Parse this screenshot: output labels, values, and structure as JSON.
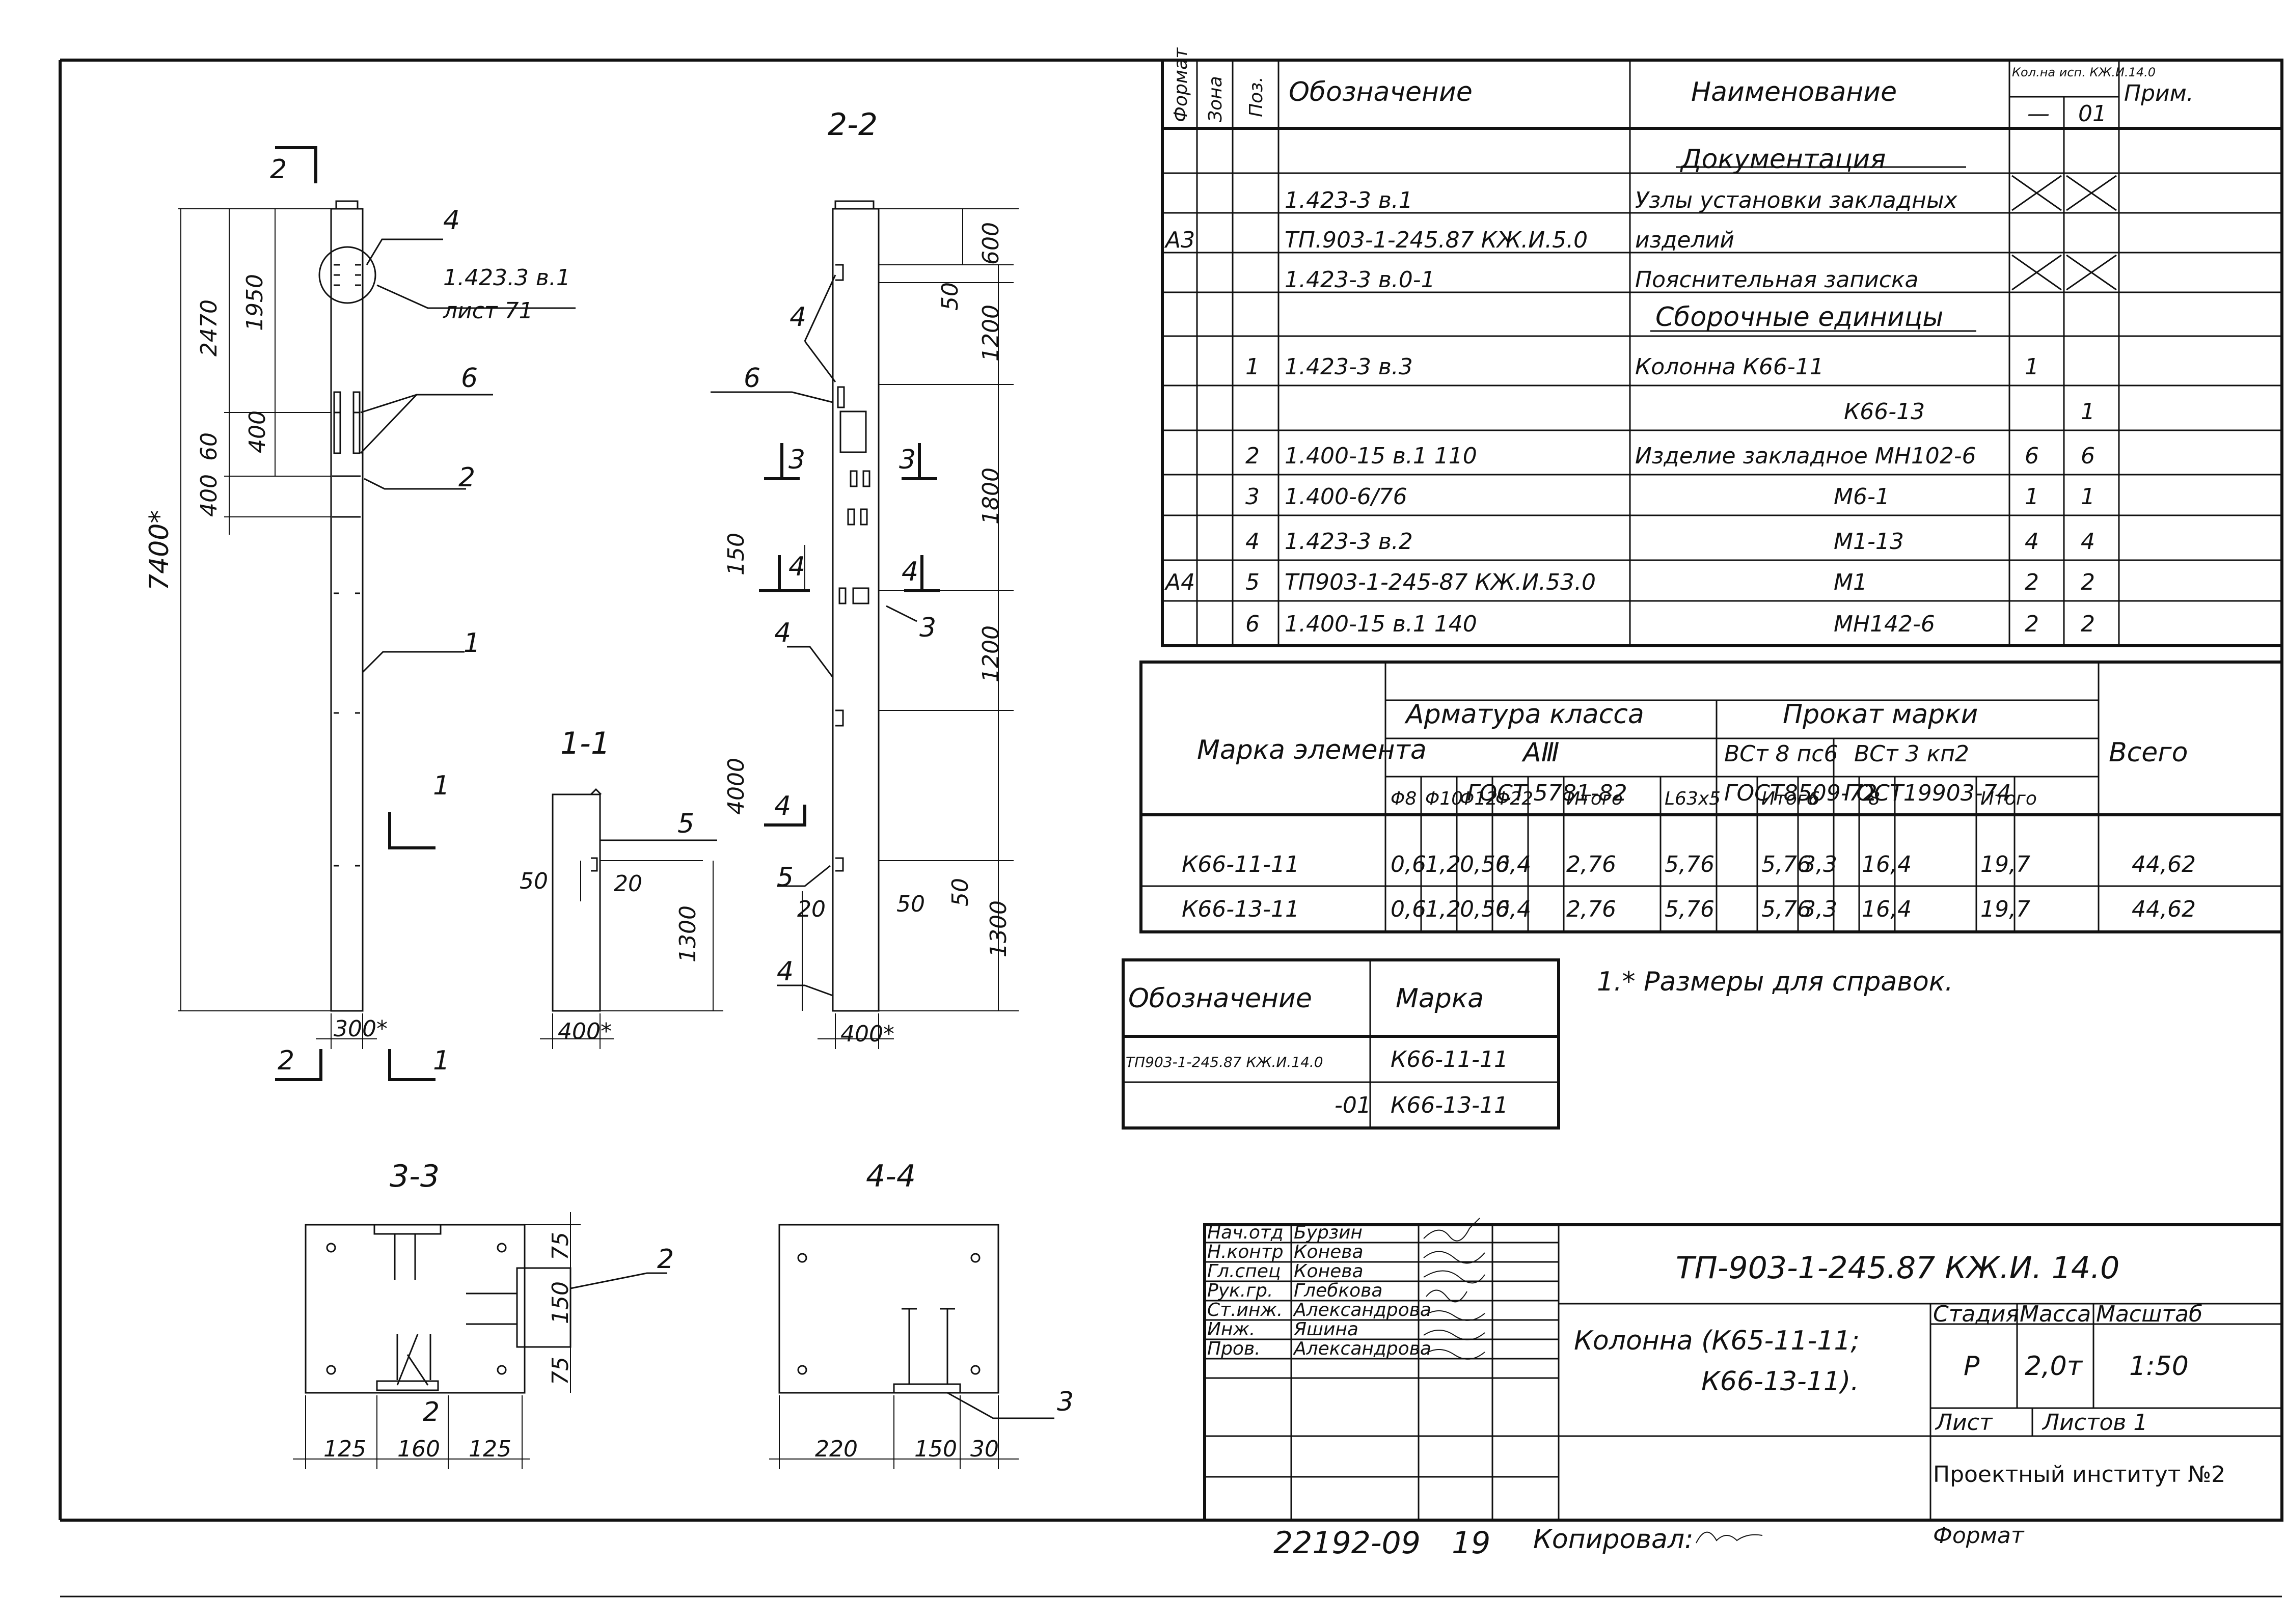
{
  "spec": {
    "headers": {
      "format": "Формат",
      "zone": "Зона",
      "pos": "Поз.",
      "designation": "Обозначение",
      "name": "Наименование",
      "qty": "Кол.на исп. КЖ.И.14.0",
      "qty_a": "—",
      "qty_b": "01",
      "note": "Прим."
    },
    "rows": [
      {
        "format": "",
        "pos": "",
        "designation": "",
        "name": "Документация",
        "qa": "",
        "qb": "",
        "section": true
      },
      {
        "format": "",
        "pos": "",
        "designation": "1.423-3 в.1",
        "name": "Узлы установки закладных",
        "qa": "X",
        "qb": "X"
      },
      {
        "format": "А3",
        "pos": "",
        "designation": "ТП.903-1-245.87 КЖ.И.5.0",
        "name": "изделий",
        "qa": "",
        "qb": ""
      },
      {
        "format": "",
        "pos": "",
        "designation": "1.423-3 в.0-1",
        "name": "Пояснительная записка",
        "qa": "X",
        "qb": "X"
      },
      {
        "format": "",
        "pos": "",
        "designation": "",
        "name": "Сборочные единицы",
        "qa": "",
        "qb": "",
        "section": true
      },
      {
        "format": "",
        "pos": "1",
        "designation": "1.423-3 в.3",
        "name": "Колонна К66-11",
        "qa": "1",
        "qb": ""
      },
      {
        "format": "",
        "pos": "",
        "designation": "",
        "name": "К66-13",
        "qa": "",
        "qb": "1"
      },
      {
        "format": "",
        "pos": "2",
        "designation": "1.400-15 в.1 110",
        "name": "Изделие закладное МН102-6",
        "qa": "6",
        "qb": "6"
      },
      {
        "format": "",
        "pos": "3",
        "designation": "1.400-6/76",
        "name": "М6-1",
        "qa": "1",
        "qb": "1"
      },
      {
        "format": "",
        "pos": "4",
        "designation": "1.423-3 в.2",
        "name": "М1-13",
        "qa": "4",
        "qb": "4"
      },
      {
        "format": "А4",
        "pos": "5",
        "designation": "ТП903-1-245-87 КЖ.И.53.0",
        "name": "М1",
        "qa": "2",
        "qb": "2"
      },
      {
        "format": "",
        "pos": "6",
        "designation": "1.400-15 в.1 140",
        "name": "МН142-6",
        "qa": "2",
        "qb": "2"
      }
    ]
  },
  "steel": {
    "mark_label": "Марка элемента",
    "armature": "Арматура класса",
    "armature_class": "АⅢ",
    "armature_gost": "ГОСТ 5781-82",
    "rolled": "Прокат марки",
    "rolled_a": "ВСт 8 пс6",
    "rolled_a_gost": "ГОСТ8509-72",
    "rolled_b": "ВСт 3 кп2",
    "rolled_b_gost": "ГОСТ19903-74",
    "total": "Всего",
    "cols": [
      "Φ8",
      "Φ10",
      "Φ12",
      "Φ22",
      "",
      "Итого",
      "L63x5",
      "",
      "Итого",
      "-6",
      "-8",
      "",
      "Итого"
    ],
    "rows": [
      {
        "mark": "К66-11-11",
        "vals": [
          "0,6",
          "1,2",
          "0,56",
          "0,4",
          "",
          "2,76",
          "5,76",
          "",
          "5,76",
          "3,3",
          "16,4",
          "",
          "19,7"
        ],
        "total": "44,62"
      },
      {
        "mark": "К66-13-11",
        "vals": [
          "0,6",
          "1,2",
          "0,56",
          "0,4",
          "",
          "2,76",
          "5,76",
          "",
          "5,76",
          "3,3",
          "16,4",
          "",
          "19,7"
        ],
        "total": "44,62"
      }
    ]
  },
  "marks": {
    "h1": "Обозначение",
    "h2": "Марка",
    "rows": [
      {
        "d": "ТП903-1-245.87 КЖ.И.14.0",
        "m": "К66-11-11"
      },
      {
        "d": "-01",
        "m": "К66-13-11"
      }
    ]
  },
  "note": "1.* Размеры для справок.",
  "stamp": {
    "people": [
      {
        "role": "Нач.отд",
        "name": "Бурзин"
      },
      {
        "role": "Н.контр",
        "name": "Конева"
      },
      {
        "role": "Гл.спец",
        "name": "Конева"
      },
      {
        "role": "Рук.гр.",
        "name": "Глебкова"
      },
      {
        "role": "Ст.инж.",
        "name": "Александрова"
      },
      {
        "role": "Инж.",
        "name": "Яшина"
      },
      {
        "role": "Пров.",
        "name": "Александрова"
      }
    ],
    "code": "ТП-903-1-245.87 КЖ.И. 14.0",
    "title1": "Колонна (К65-11-11;",
    "title2": "К66-13-11).",
    "stage_h": "Стадия",
    "mass_h": "Масса",
    "scale_h": "Масштаб",
    "stage": "Р",
    "mass": "2,0т",
    "scale": "1:50",
    "sheet": "Лист",
    "sheets": "Листов 1",
    "org": "Проектный институт №2",
    "format": "Формат"
  },
  "footer": {
    "num": "22192-09",
    "n": "19",
    "copied": "Копировал:"
  },
  "drawing": {
    "sec22": "2-2",
    "sec11": "1-1",
    "sec33": "3-3",
    "sec44": "4-4",
    "d2470": "2470",
    "d1950": "1950",
    "d400a": "400",
    "d400b": "400",
    "d60": "60",
    "d7400": "7400*",
    "d300": "300*",
    "ref1": "1.423.3 в.1",
    "ref2": "лист 71",
    "d600": "600",
    "d50a": "50",
    "d1200a": "1200",
    "d1800": "1800",
    "d150": "150",
    "d1200b": "1200",
    "d4000": "4000",
    "d50b": "50",
    "d1300a": "1300",
    "d400c": "400*",
    "d50c": "50",
    "d20a": "20",
    "d1300b": "1300",
    "d400d": "400*",
    "d20b": "20",
    "d50d": "50",
    "d75a": "75",
    "d150b": "150",
    "d75b": "75",
    "d125a": "125",
    "d160": "160",
    "d125b": "125",
    "d220": "220",
    "d150c": "150",
    "d30": "30",
    "p1": "1",
    "p2": "2",
    "p3": "3",
    "p4": "4",
    "p5": "5",
    "p6": "6"
  }
}
